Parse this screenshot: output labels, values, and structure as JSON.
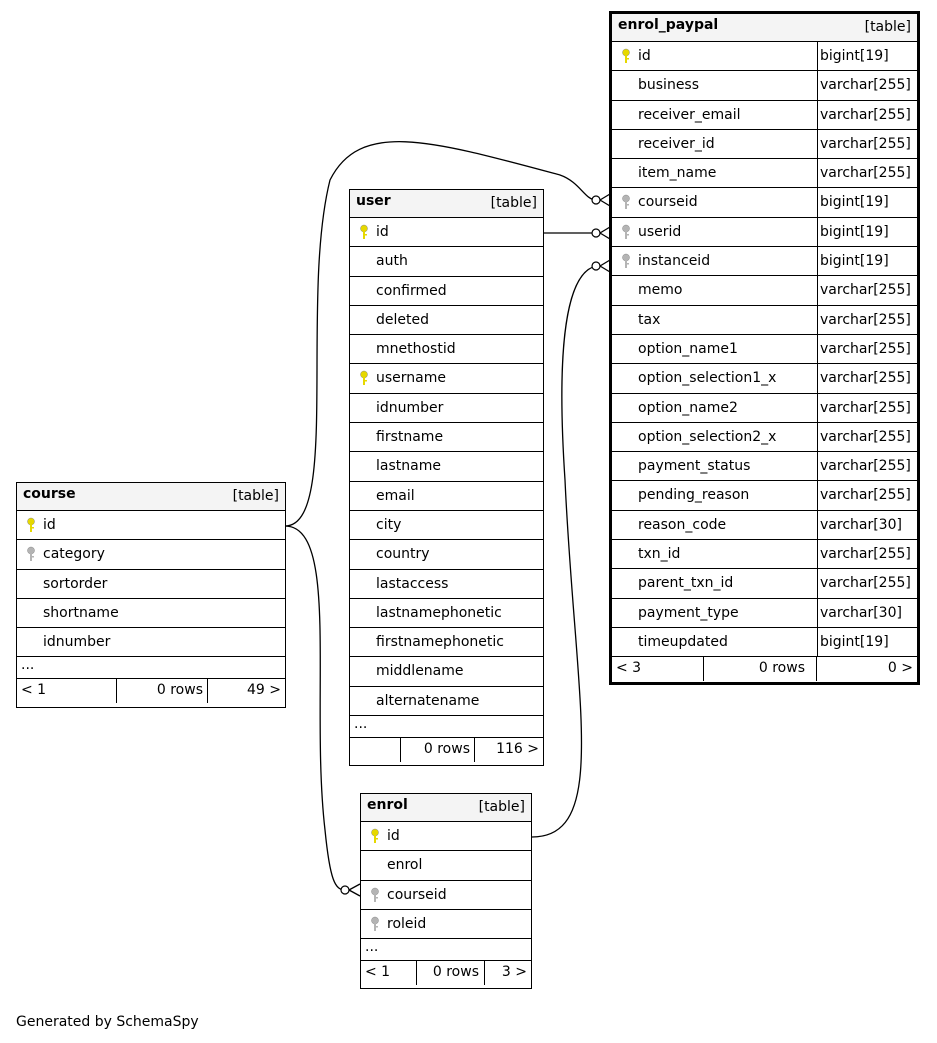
{
  "footer_note": "Generated by SchemaSpy",
  "colors": {
    "primary_key": "#e6d800",
    "foreign_key": "#b4b4b4",
    "header_bg": "#f4f4f4"
  },
  "tables": {
    "enrol_paypal": {
      "name": "enrol_paypal",
      "type": "[table]",
      "columns": [
        {
          "name": "id",
          "type": "bigint[19]",
          "key": "pk"
        },
        {
          "name": "business",
          "type": "varchar[255]",
          "key": ""
        },
        {
          "name": "receiver_email",
          "type": "varchar[255]",
          "key": ""
        },
        {
          "name": "receiver_id",
          "type": "varchar[255]",
          "key": ""
        },
        {
          "name": "item_name",
          "type": "varchar[255]",
          "key": ""
        },
        {
          "name": "courseid",
          "type": "bigint[19]",
          "key": "fk"
        },
        {
          "name": "userid",
          "type": "bigint[19]",
          "key": "fk"
        },
        {
          "name": "instanceid",
          "type": "bigint[19]",
          "key": "fk"
        },
        {
          "name": "memo",
          "type": "varchar[255]",
          "key": ""
        },
        {
          "name": "tax",
          "type": "varchar[255]",
          "key": ""
        },
        {
          "name": "option_name1",
          "type": "varchar[255]",
          "key": ""
        },
        {
          "name": "option_selection1_x",
          "type": "varchar[255]",
          "key": ""
        },
        {
          "name": "option_name2",
          "type": "varchar[255]",
          "key": ""
        },
        {
          "name": "option_selection2_x",
          "type": "varchar[255]",
          "key": ""
        },
        {
          "name": "payment_status",
          "type": "varchar[255]",
          "key": ""
        },
        {
          "name": "pending_reason",
          "type": "varchar[255]",
          "key": ""
        },
        {
          "name": "reason_code",
          "type": "varchar[30]",
          "key": ""
        },
        {
          "name": "txn_id",
          "type": "varchar[255]",
          "key": ""
        },
        {
          "name": "parent_txn_id",
          "type": "varchar[255]",
          "key": ""
        },
        {
          "name": "payment_type",
          "type": "varchar[30]",
          "key": ""
        },
        {
          "name": "timeupdated",
          "type": "bigint[19]",
          "key": ""
        }
      ],
      "footer": {
        "left": "< 3",
        "mid": "0 rows",
        "right": "0 >"
      }
    },
    "user": {
      "name": "user",
      "type": "[table]",
      "columns": [
        {
          "name": "id",
          "key": "pk"
        },
        {
          "name": "auth",
          "key": ""
        },
        {
          "name": "confirmed",
          "key": ""
        },
        {
          "name": "deleted",
          "key": ""
        },
        {
          "name": "mnethostid",
          "key": ""
        },
        {
          "name": "username",
          "key": "pk"
        },
        {
          "name": "idnumber",
          "key": ""
        },
        {
          "name": "firstname",
          "key": ""
        },
        {
          "name": "lastname",
          "key": ""
        },
        {
          "name": "email",
          "key": ""
        },
        {
          "name": "city",
          "key": ""
        },
        {
          "name": "country",
          "key": ""
        },
        {
          "name": "lastaccess",
          "key": ""
        },
        {
          "name": "lastnamephonetic",
          "key": ""
        },
        {
          "name": "firstnamephonetic",
          "key": ""
        },
        {
          "name": "middlename",
          "key": ""
        },
        {
          "name": "alternatename",
          "key": ""
        }
      ],
      "ellipsis": "...",
      "footer": {
        "left": "",
        "mid": "0 rows",
        "right": "116 >"
      }
    },
    "course": {
      "name": "course",
      "type": "[table]",
      "columns": [
        {
          "name": "id",
          "key": "pk"
        },
        {
          "name": "category",
          "key": "fk"
        },
        {
          "name": "sortorder",
          "key": ""
        },
        {
          "name": "shortname",
          "key": ""
        },
        {
          "name": "idnumber",
          "key": ""
        }
      ],
      "ellipsis": "...",
      "footer": {
        "left": "< 1",
        "mid": "0 rows",
        "right": "49 >"
      }
    },
    "enrol": {
      "name": "enrol",
      "type": "[table]",
      "columns": [
        {
          "name": "id",
          "key": "pk"
        },
        {
          "name": "enrol",
          "key": ""
        },
        {
          "name": "courseid",
          "key": "fk"
        },
        {
          "name": "roleid",
          "key": "fk"
        }
      ],
      "ellipsis": "...",
      "footer": {
        "left": "< 1",
        "mid": "0 rows",
        "right": "3 >"
      }
    }
  }
}
